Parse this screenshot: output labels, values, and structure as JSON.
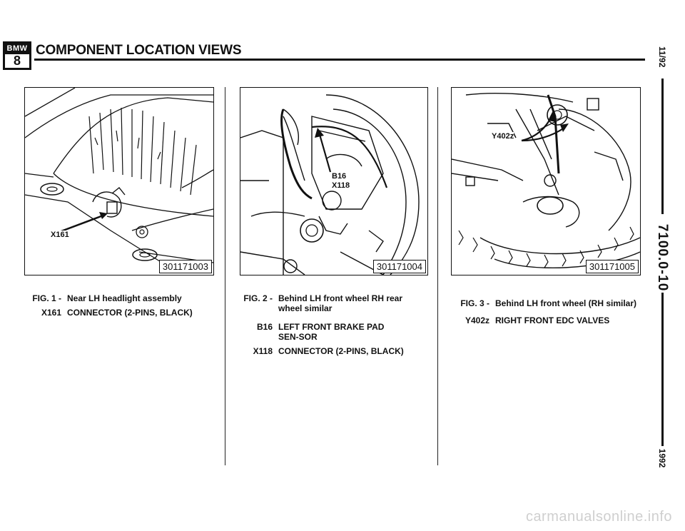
{
  "header": {
    "logo_top": "BMW",
    "logo_bottom": "8",
    "title": "COMPONENT LOCATION VIEWS"
  },
  "figures": [
    {
      "callouts": [
        "X161"
      ],
      "ref_number": "301171003",
      "caption": {
        "fig_label": "FIG. 1 -",
        "fig_text": "Near LH headlight assembly",
        "items": [
          {
            "code": "X161",
            "desc": "CONNECTOR (2-PINS, BLACK)"
          }
        ]
      }
    },
    {
      "callouts": [
        "B16",
        "X118"
      ],
      "ref_number": "301171004",
      "caption": {
        "fig_label": "FIG. 2 -",
        "fig_text": "Behind LH front wheel RH rear wheel similar",
        "items": [
          {
            "code": "B16",
            "desc": "LEFT FRONT BRAKE PAD SEN-SOR"
          },
          {
            "code": "X118",
            "desc": "CONNECTOR (2-PINS, BLACK)"
          }
        ]
      }
    },
    {
      "callouts": [
        "Y402z"
      ],
      "ref_number": "301171005",
      "caption": {
        "fig_label": "FIG. 3 -",
        "fig_text": "Behind LH front wheel (RH similar)",
        "items": [
          {
            "code": "Y402z",
            "desc": "RIGHT FRONT EDC VALVES"
          }
        ]
      }
    }
  ],
  "sidebar": {
    "date": "11/92",
    "page_number": "7100.0-10",
    "year": "1992"
  },
  "footer": {
    "watermark": "carmanualsonline.info"
  }
}
